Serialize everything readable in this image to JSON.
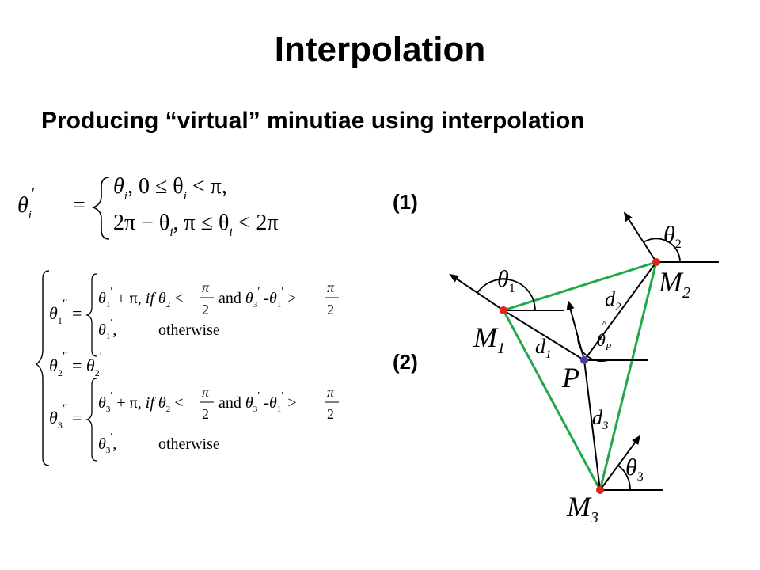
{
  "slide": {
    "title": "Interpolation",
    "subtitle": "Producing “virtual” minutiae using interpolation"
  },
  "equations": {
    "eq1_label": "(1)",
    "eq2_label": "(2)",
    "eq1_case1_condition": ", 0 ≤ θ",
    "eq1_case1_tail": " < π,",
    "eq1_case2_prefix": "2π − θ",
    "eq1_case2_condition": ", π ≤ θ",
    "eq1_case2_tail": " < 2π",
    "if_text": "if",
    "and_text": "and",
    "otherwise_text": "otherwise"
  },
  "diagram": {
    "point_labels": [
      "M",
      "M",
      "M",
      "P"
    ],
    "point_subscripts": [
      "1",
      "2",
      "3"
    ],
    "distance_labels": [
      "d",
      "d",
      "d"
    ],
    "angle_symbol": "θ",
    "angle_p_subscript": "P",
    "colors": {
      "triangle": "#22a84a",
      "minutia": "#e0241b",
      "virtual_point": "#4b3ea0",
      "line": "#000000"
    }
  }
}
